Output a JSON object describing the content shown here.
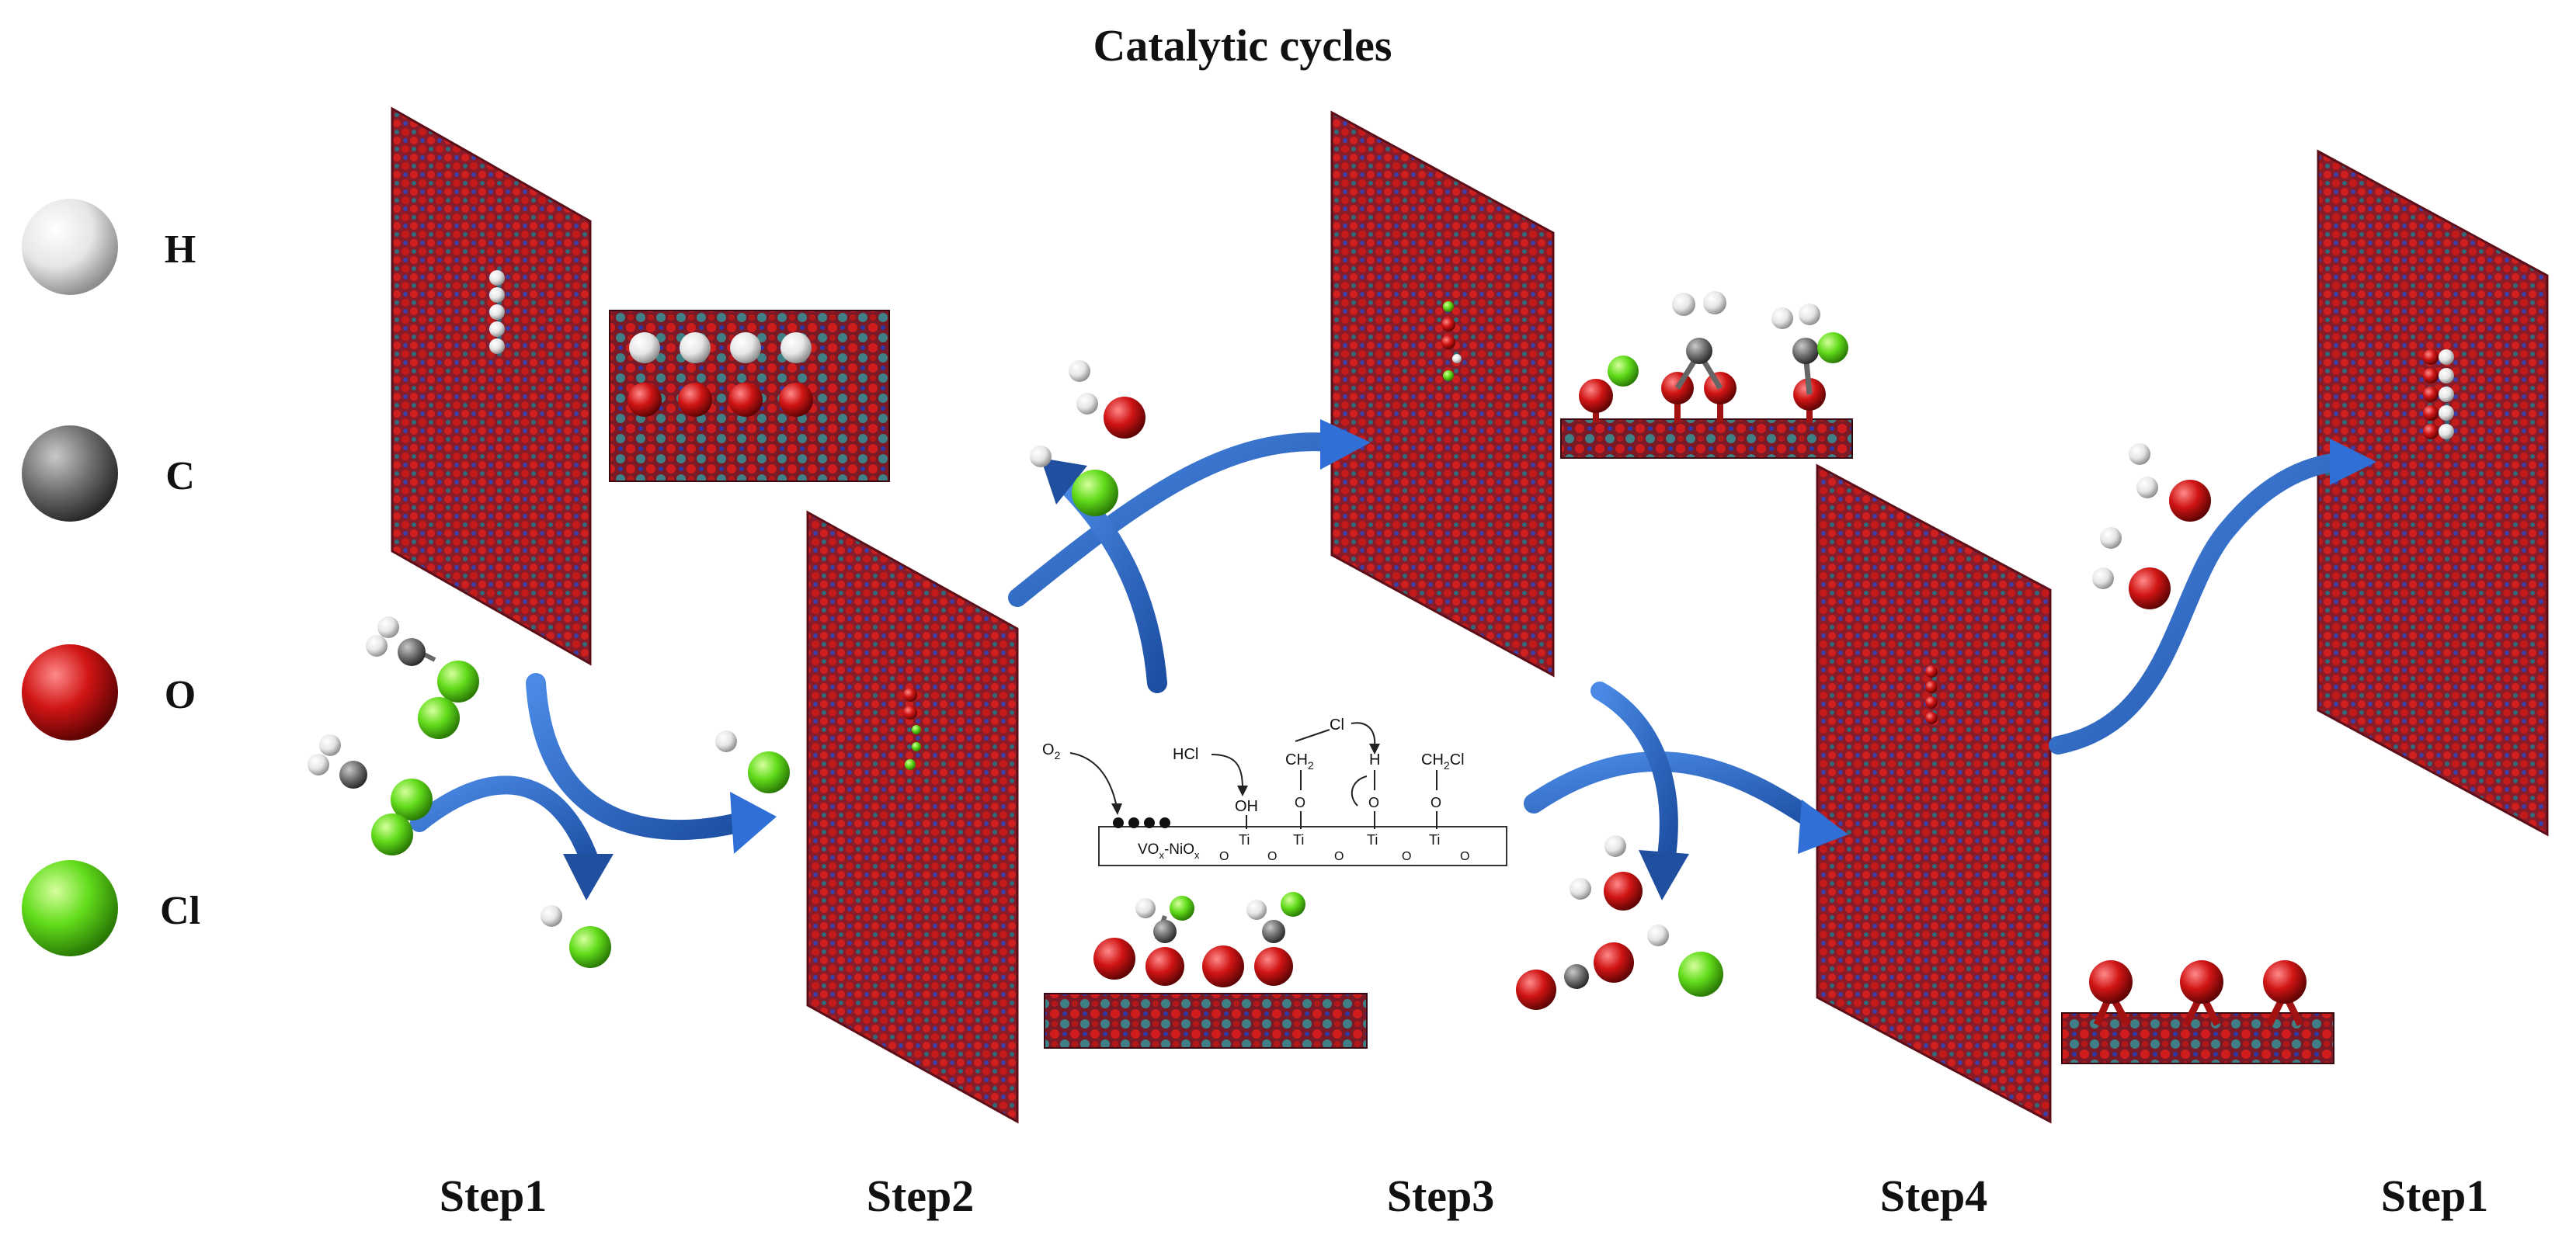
{
  "title": "Catalytic cycles",
  "legend": [
    {
      "symbol": "H",
      "color": "#f2f2f2"
    },
    {
      "symbol": "C",
      "color": "#7a7a7a"
    },
    {
      "symbol": "O",
      "color": "#d01414"
    },
    {
      "symbol": "Cl",
      "color": "#66e01e"
    }
  ],
  "steps": [
    "Step1",
    "Step2",
    "Step3",
    "Step4",
    "Step1"
  ],
  "scheme": {
    "o2": "O",
    "o2_sub": "2",
    "hcl": "HCl",
    "oh": "OH",
    "cl": "Cl",
    "ch2_main": "CH",
    "ch2_sub": "2",
    "h": "H",
    "ch2cl_a": "CH",
    "ch2cl_sub": "2",
    "ch2cl_b": "Cl",
    "o_label": "O",
    "ti_label": "Ti",
    "support": [
      "VO",
      "x",
      "-NiO",
      "x"
    ]
  },
  "colors": {
    "slab_base": "#8a1c2a",
    "slab_dot_a": "#d01f1f",
    "slab_dot_b": "#3b3fa8",
    "arrow": "#2f6fd6",
    "arrow_dark": "#1f4f9e"
  }
}
